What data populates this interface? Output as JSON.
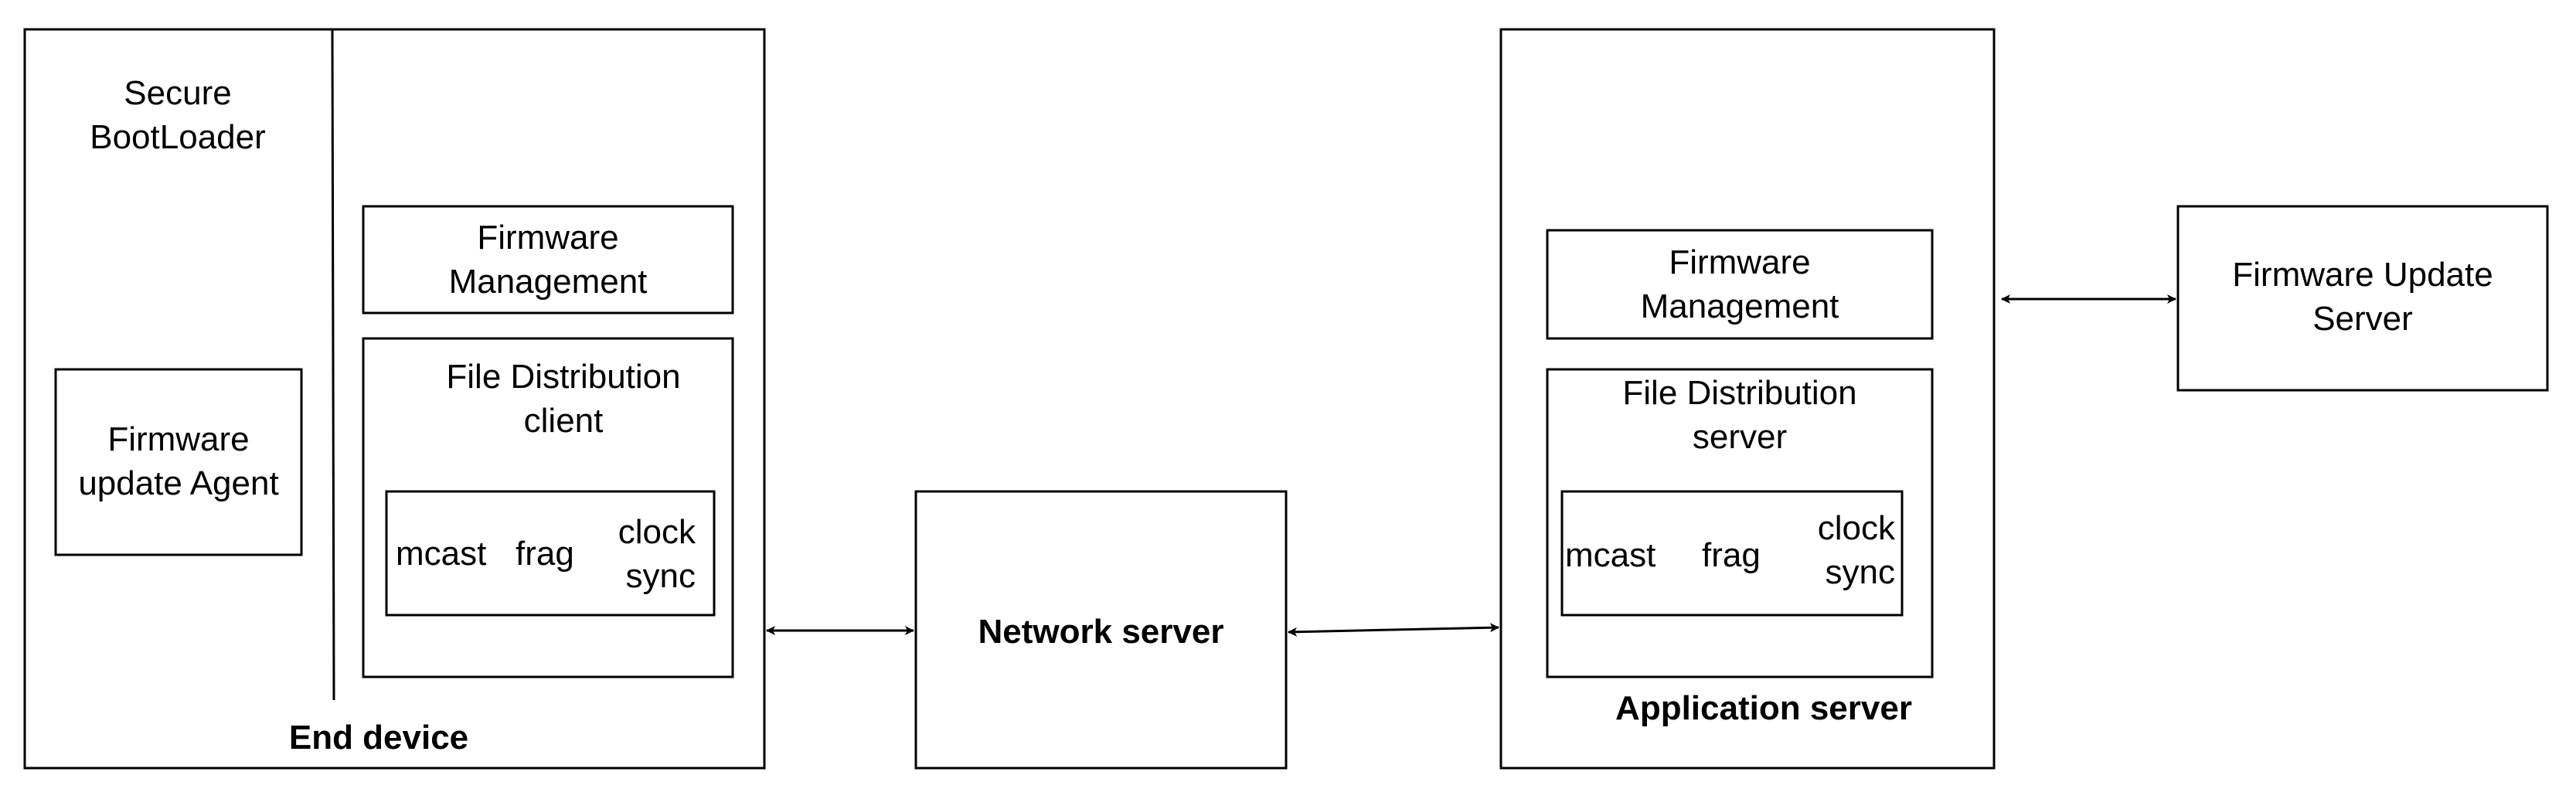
{
  "diagram": {
    "end_device": {
      "label": "End device",
      "bootloader": "Secure\nBootLoader",
      "agent": "Firmware\nupdate Agent",
      "firmware_mgmt": "Firmware\nManagement",
      "file_dist": "File Distribution\nclient",
      "mcast": "mcast",
      "frag": "frag",
      "clock_sync": "clock\nsync"
    },
    "network_server": {
      "label": "Network server"
    },
    "application_server": {
      "label": "Application server",
      "firmware_mgmt": "Firmware\nManagement",
      "file_dist": "File Distribution\nserver",
      "mcast": "mcast",
      "frag": "frag",
      "clock_sync": "clock\nsync"
    },
    "firmware_update_server": {
      "label": "Firmware Update\nServer"
    },
    "colors": {
      "stroke": "#000000",
      "background": "#ffffff"
    }
  }
}
